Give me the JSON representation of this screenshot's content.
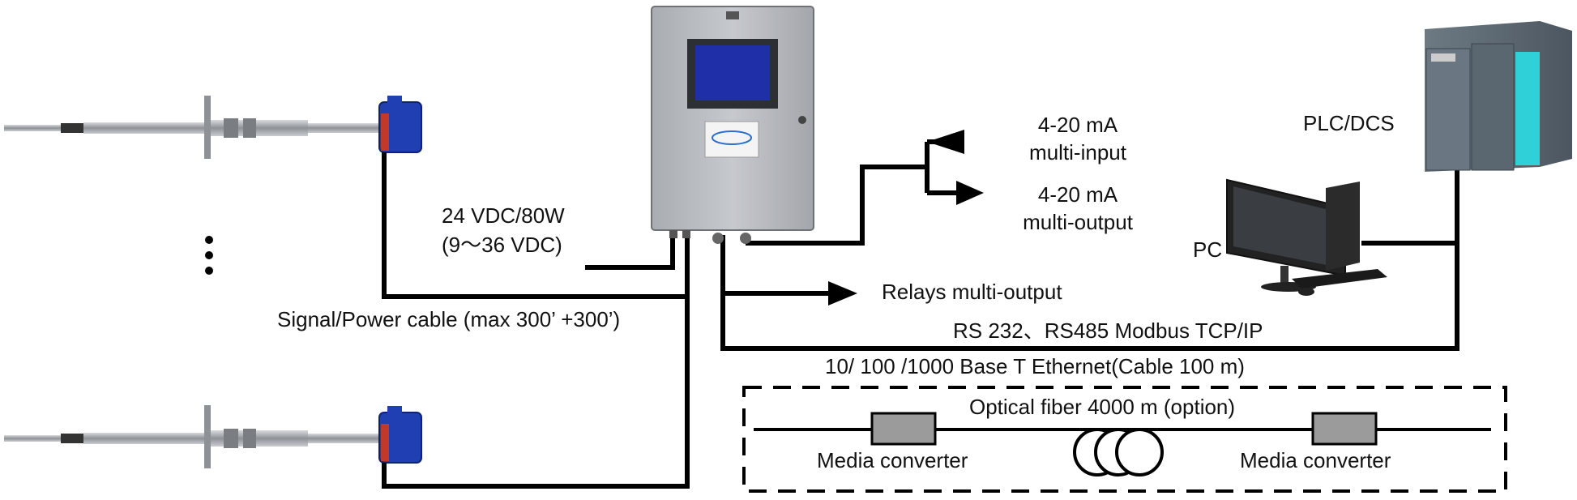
{
  "labels": {
    "plc": "PLC/DCS",
    "pc": "PC",
    "power_line1": "24 VDC/80W",
    "power_line2": "(9～36 VDC)",
    "signal_cable": "Signal/Power  cable (max 300’ +300’)",
    "input_line1": "4-20 mA",
    "input_line2": "multi-input",
    "output_line1": "4-20 mA",
    "output_line2": "multi-output",
    "relays": "Relays multi-output",
    "serial": "RS 232、RS485 Modbus TCP/IP",
    "ethernet": "10/ 100 /1000 Base T Ethernet(Cable 100 m)",
    "fiber": "Optical fiber 4000 m (option)",
    "media_left": "Media converter",
    "media_right": "Media converter"
  },
  "colors": {
    "cabinet": "#b9bcc0",
    "screen": "#1e2fa8",
    "probe_head": "#1f3fb3",
    "converter_box": "#9b9b9b",
    "plc_body": "#5e6b75",
    "plc_display": "#2fd0d8",
    "line": "#000000"
  }
}
